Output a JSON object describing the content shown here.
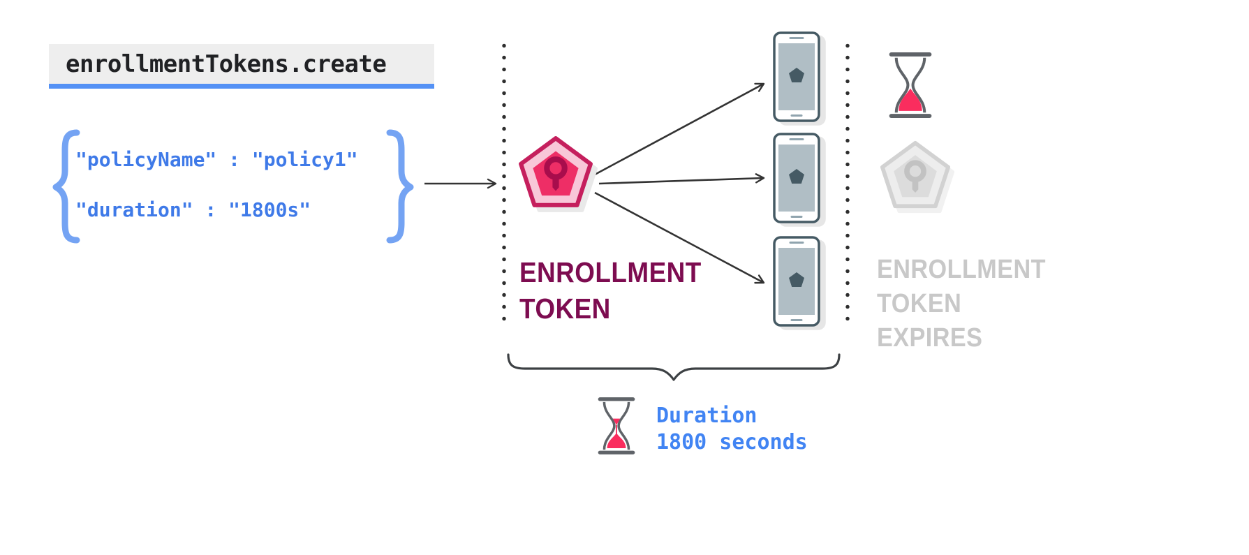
{
  "api_box": {
    "label": "enrollmentTokens.create"
  },
  "request": {
    "lines": [
      "\"policyName\" : \"policy1\"",
      "\"duration\" : \"1800s\""
    ]
  },
  "token": {
    "label_lines": [
      "ENROLLMENT",
      "TOKEN"
    ]
  },
  "expires": {
    "label_lines": [
      "ENROLLMENT",
      "TOKEN",
      "EXPIRES"
    ]
  },
  "duration": {
    "lines": [
      "Duration",
      "1800 seconds"
    ]
  },
  "devices": {
    "count": 3
  },
  "colors": {
    "accent_blue": "#5491f5",
    "code_blue": "#3f7ae8",
    "brace_blue": "#74a3f3",
    "token_fill_pink": "#ee2e66",
    "token_border_crimson": "#c51f5d",
    "token_key_dark": "#a80d4c",
    "token_label_magenta": "#7d0c50",
    "expired_gray": "#c8c8c8",
    "sand_pink": "#fa2d5e",
    "device_screen": "#b0bec5",
    "device_outline": "#455a64",
    "arrow_dark": "#333333"
  }
}
